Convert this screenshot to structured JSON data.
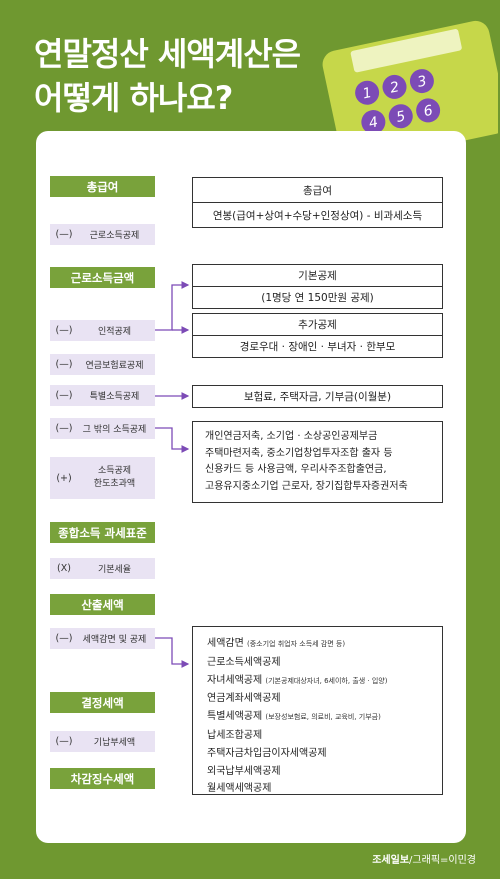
{
  "title": {
    "line1": "연말정산 세액계산은",
    "line2": "어떻게 하나요?"
  },
  "calculator": {
    "keys": [
      "1",
      "2",
      "3",
      "4",
      "5",
      "6"
    ]
  },
  "left": {
    "salary": "총급여",
    "earned_deduction": {
      "op": "(—)",
      "label": "근로소득공제"
    },
    "earned_income": "근로소득금액",
    "personal_deduction": {
      "op": "(—)",
      "label": "인적공제"
    },
    "pension_deduction": {
      "op": "(—)",
      "label": "연금보험료공제"
    },
    "special_deduction": {
      "op": "(—)",
      "label": "특별소득공제"
    },
    "other_deduction": {
      "op": "(—)",
      "label": "그 밖의 소득공제"
    },
    "limit_excess": {
      "op": "(+)",
      "label1": "소득공제",
      "label2": "한도초과액"
    },
    "tax_base": "종합소득 과세표준",
    "basic_rate": {
      "op": "(X)",
      "label": "기본세율"
    },
    "computed_tax": "산출세액",
    "tax_credit": {
      "op": "(—)",
      "label": "세액감면 및 공제"
    },
    "determined_tax": "결정세액",
    "prepaid_tax": {
      "op": "(—)",
      "label": "기납부세액"
    },
    "final_tax": "차감징수세액"
  },
  "right": {
    "salary_box": {
      "title": "총급여",
      "desc": "연봉(급여+상여+수당+인정상여) - 비과세소득"
    },
    "basic_box": {
      "title": "기본공제",
      "desc": "(1명당 연 150만원 공제)"
    },
    "additional_box": {
      "title": "추가공제",
      "desc": "경로우대 · 장애인 · 부녀자 · 한부모"
    },
    "special_box": "보험료, 주택자금, 기부금(이월분)",
    "other_box": [
      "개인연금저축, 소기업 · 소상공인공제부금",
      "주택마련저축, 중소기업창업투자조합 출자 등",
      "신용카드 등 사용금액, 우리사주조합출연금,",
      "고용유지중소기업 근로자, 장기집합투자증권저축"
    ],
    "credit_box": [
      {
        "main": "세액감면",
        "note": "(중소기업 취업자 소득세 감면 등)"
      },
      {
        "main": "근로소득세액공제",
        "note": ""
      },
      {
        "main": "자녀세액공제",
        "note": "(기본공제대상자녀, 6세이하, 출생 · 입양)"
      },
      {
        "main": "연금계좌세액공제",
        "note": ""
      },
      {
        "main": "특별세액공제",
        "note": "(보장성보험료, 의료비, 교육비, 기부금)"
      },
      {
        "main": "납세조합공제",
        "note": ""
      },
      {
        "main": "주택자금차입금이자세액공제",
        "note": ""
      },
      {
        "main": "외국납부세액공제",
        "note": ""
      },
      {
        "main": "월세액세액공제",
        "note": ""
      }
    ]
  },
  "footer": {
    "brand": "조세일보",
    "credit": "/그래픽=이민경"
  }
}
